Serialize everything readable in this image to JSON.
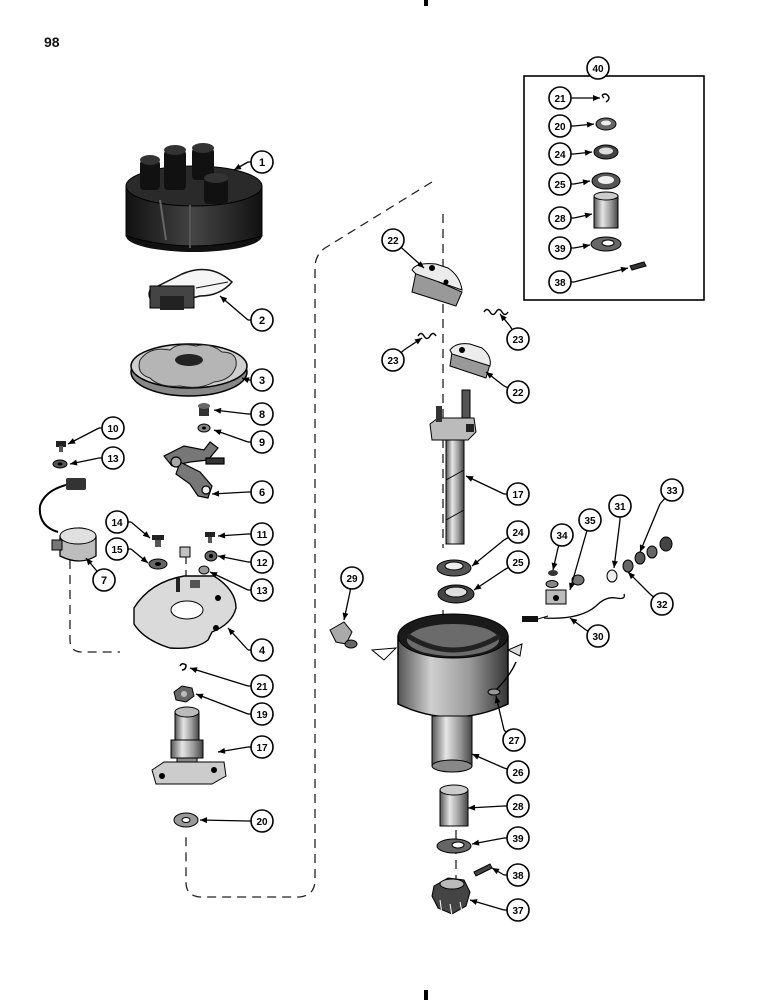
{
  "page": {
    "number": "98"
  },
  "callouts": [
    {
      "id": "c1",
      "label": "1"
    },
    {
      "id": "c2",
      "label": "2"
    },
    {
      "id": "c3",
      "label": "3"
    },
    {
      "id": "c8",
      "label": "8"
    },
    {
      "id": "c9",
      "label": "9"
    },
    {
      "id": "c10",
      "label": "10"
    },
    {
      "id": "c13a",
      "label": "13"
    },
    {
      "id": "c6",
      "label": "6"
    },
    {
      "id": "c14",
      "label": "14"
    },
    {
      "id": "c11",
      "label": "11"
    },
    {
      "id": "c15",
      "label": "15"
    },
    {
      "id": "c12",
      "label": "12"
    },
    {
      "id": "c7",
      "label": "7"
    },
    {
      "id": "c13b",
      "label": "13"
    },
    {
      "id": "c4",
      "label": "4"
    },
    {
      "id": "c21a",
      "label": "21"
    },
    {
      "id": "c19",
      "label": "19"
    },
    {
      "id": "c17a",
      "label": "17"
    },
    {
      "id": "c20a",
      "label": "20"
    },
    {
      "id": "c22a",
      "label": "22"
    },
    {
      "id": "c23a",
      "label": "23"
    },
    {
      "id": "c23b",
      "label": "23"
    },
    {
      "id": "c22b",
      "label": "22"
    },
    {
      "id": "c17b",
      "label": "17"
    },
    {
      "id": "c24a",
      "label": "24"
    },
    {
      "id": "c25a",
      "label": "25"
    },
    {
      "id": "c29",
      "label": "29"
    },
    {
      "id": "c34",
      "label": "34"
    },
    {
      "id": "c35",
      "label": "35"
    },
    {
      "id": "c31",
      "label": "31"
    },
    {
      "id": "c33",
      "label": "33"
    },
    {
      "id": "c32",
      "label": "32"
    },
    {
      "id": "c30",
      "label": "30"
    },
    {
      "id": "c27",
      "label": "27"
    },
    {
      "id": "c26",
      "label": "26"
    },
    {
      "id": "c28a",
      "label": "28"
    },
    {
      "id": "c39a",
      "label": "39"
    },
    {
      "id": "c38a",
      "label": "38"
    },
    {
      "id": "c37",
      "label": "37"
    },
    {
      "id": "c40",
      "label": "40"
    },
    {
      "id": "c21b",
      "label": "21"
    },
    {
      "id": "c20b",
      "label": "20"
    },
    {
      "id": "c24b",
      "label": "24"
    },
    {
      "id": "c25b",
      "label": "25"
    },
    {
      "id": "c28b",
      "label": "28"
    },
    {
      "id": "c39b",
      "label": "39"
    },
    {
      "id": "c38b",
      "label": "38"
    }
  ]
}
